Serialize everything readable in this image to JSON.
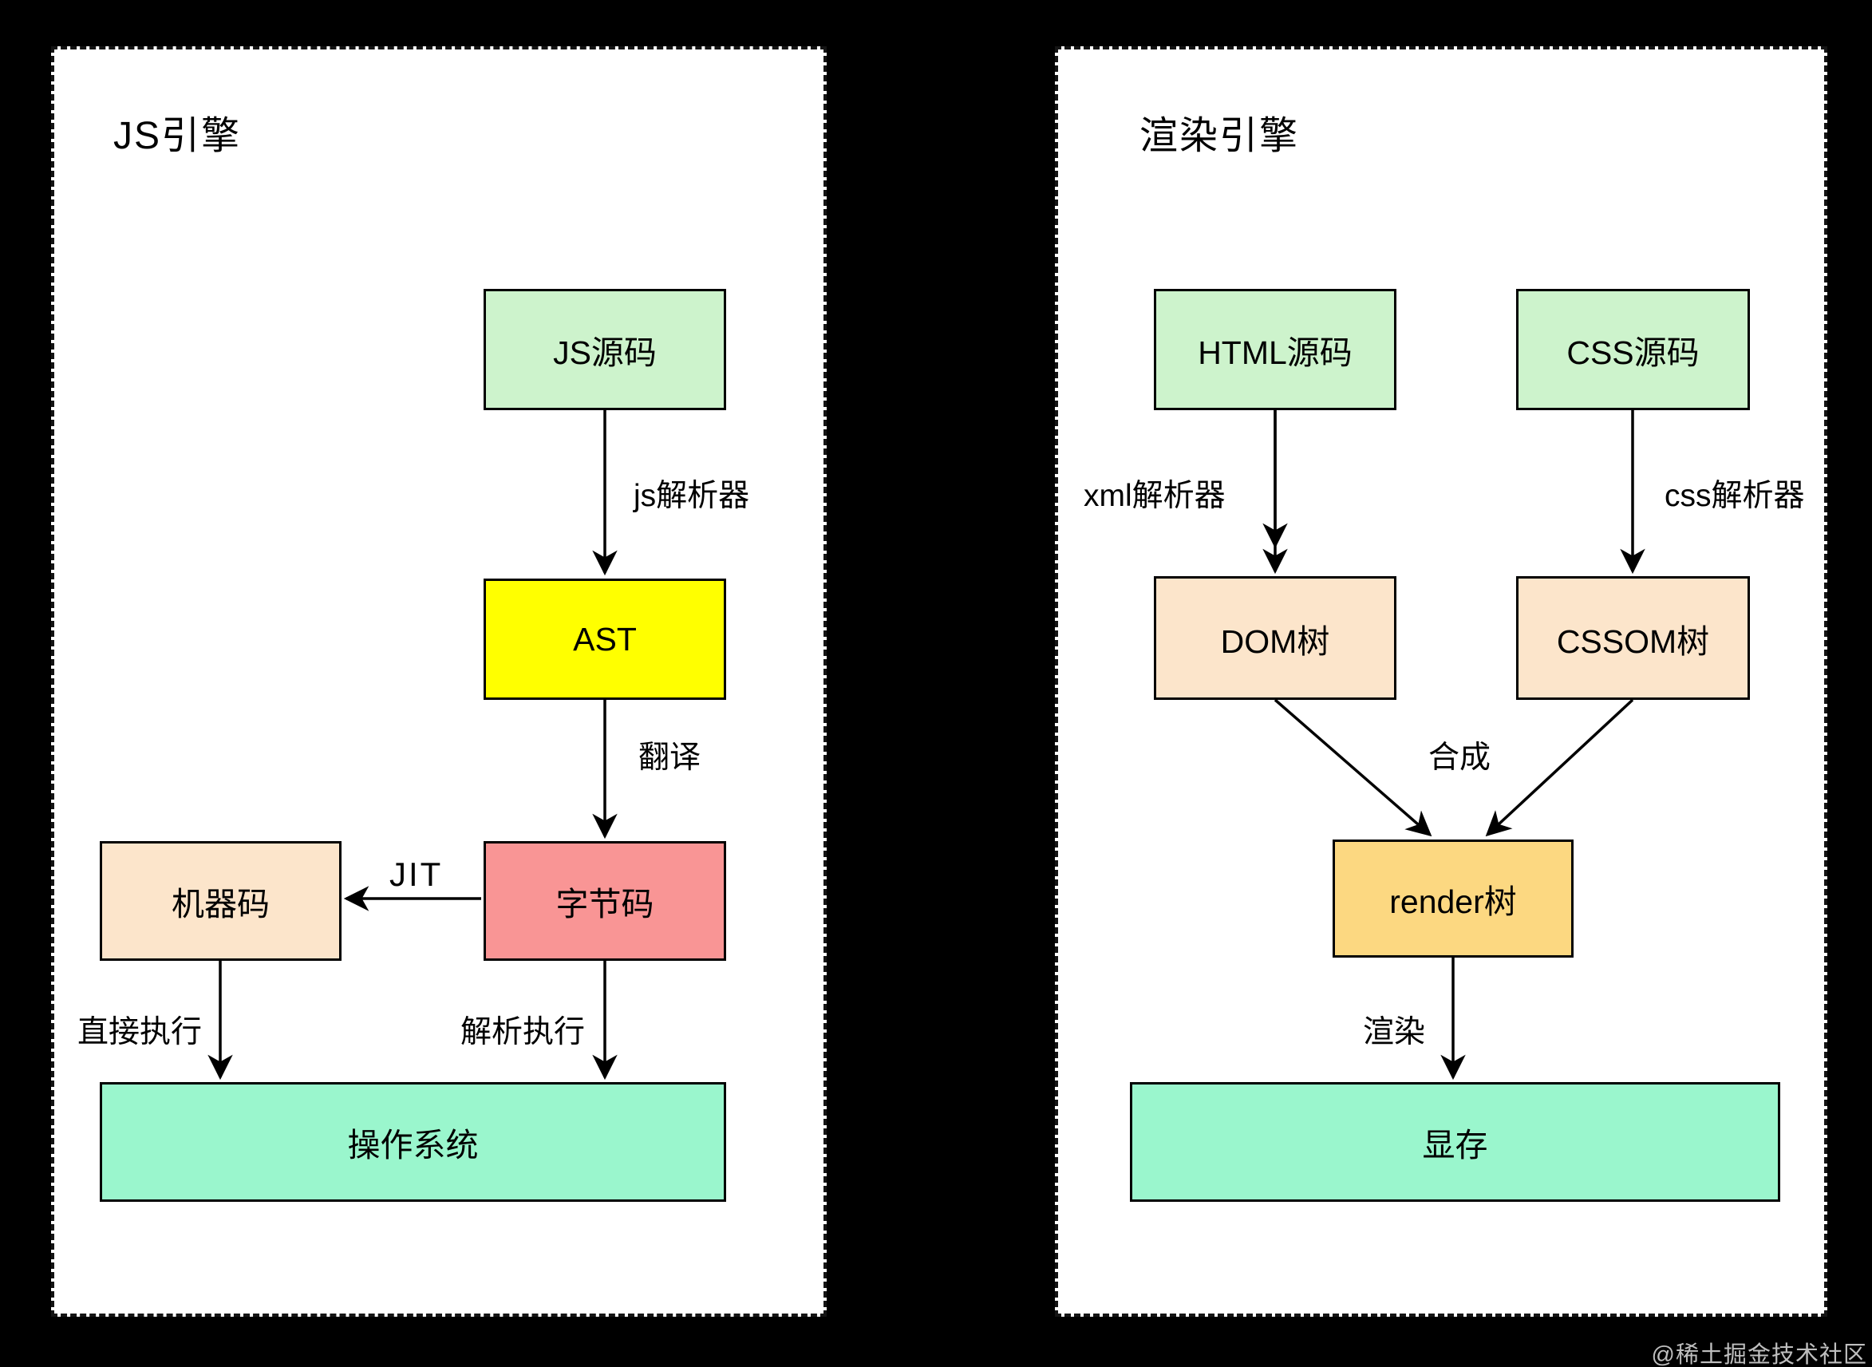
{
  "left_panel": {
    "title": "JS引擎",
    "nodes": {
      "js_source": {
        "label": "JS源码",
        "color_key": "green"
      },
      "ast": {
        "label": "AST",
        "color_key": "yellow"
      },
      "machine_code": {
        "label": "机器码",
        "color_key": "peach"
      },
      "bytecode": {
        "label": "字节码",
        "color_key": "salmon"
      },
      "os": {
        "label": "操作系统",
        "color_key": "mint"
      }
    },
    "edge_labels": {
      "js_parser": "js解析器",
      "translate": "翻译",
      "jit": "JIT",
      "direct_exec": "直接执行",
      "interp_exec": "解析执行"
    },
    "edges": [
      "JS源码 -> AST (js解析器)",
      "AST -> 字节码 (翻译)",
      "字节码 -> 机器码 (JIT)",
      "机器码 -> 操作系统 (直接执行)",
      "字节码 -> 操作系统 (解析执行)"
    ]
  },
  "right_panel": {
    "title": "渲染引擎",
    "nodes": {
      "html_source": {
        "label": "HTML源码",
        "color_key": "green"
      },
      "css_source": {
        "label": "CSS源码",
        "color_key": "green"
      },
      "dom_tree": {
        "label": "DOM树",
        "color_key": "peach"
      },
      "cssom_tree": {
        "label": "CSSOM树",
        "color_key": "peach"
      },
      "render_tree": {
        "label": "render树",
        "color_key": "gold"
      },
      "vram": {
        "label": "显存",
        "color_key": "mint"
      }
    },
    "edge_labels": {
      "xml_parser": "xml解析器",
      "css_parser": "css解析器",
      "compose": "合成",
      "render": "渲染"
    },
    "edges": [
      "HTML源码 -> DOM树 (xml解析器)",
      "CSS源码 -> CSSOM树 (css解析器)",
      "DOM树 + CSSOM树 -> render树 (合成)",
      "render树 -> 显存 (渲染)"
    ]
  },
  "watermark": "@稀土掘金技术社区",
  "colors": {
    "green": "#cdf3cc",
    "yellow": "#ffff00",
    "salmon": "#f99595",
    "peach": "#fce5cb",
    "mint": "#9af6cd",
    "gold": "#fcd881",
    "line": "#000000",
    "panel_bg": "#ffffff",
    "canvas": "#000000",
    "watermark": "#e0e0e0"
  }
}
